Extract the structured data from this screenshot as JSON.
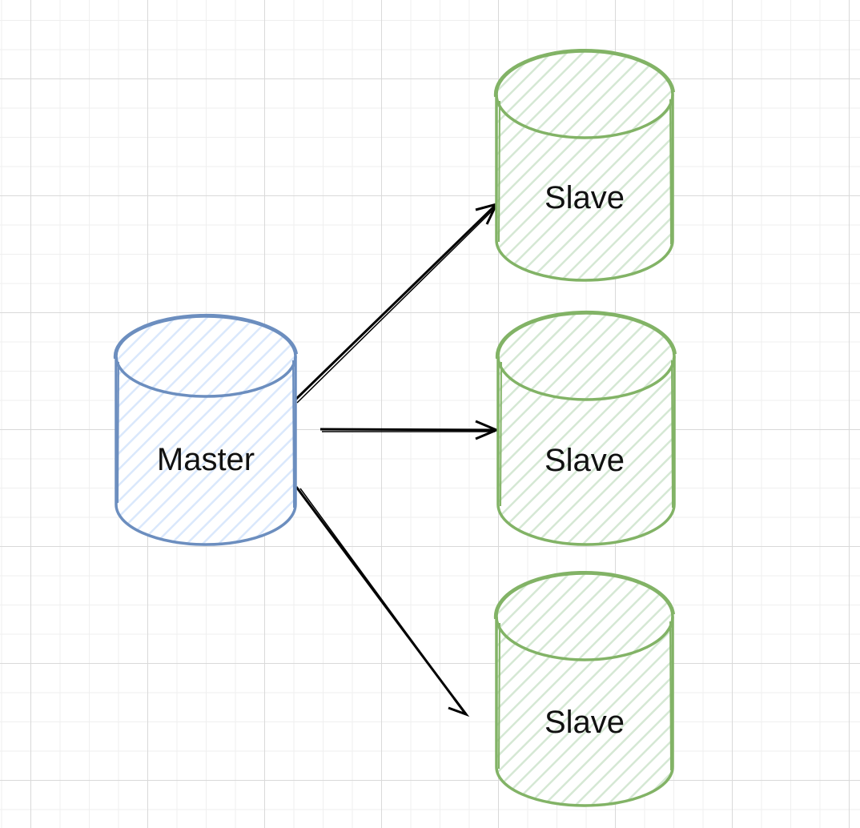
{
  "diagram": {
    "nodes": [
      {
        "id": "master",
        "label": "Master",
        "kind": "database",
        "color": "#6c8ebf",
        "fill": "#dae8fc"
      },
      {
        "id": "slave-1",
        "label": "Slave",
        "kind": "database",
        "color": "#82b366",
        "fill": "#d5e8d4"
      },
      {
        "id": "slave-2",
        "label": "Slave",
        "kind": "database",
        "color": "#82b366",
        "fill": "#d5e8d4"
      },
      {
        "id": "slave-3",
        "label": "Slave",
        "kind": "database",
        "color": "#82b366",
        "fill": "#d5e8d4"
      }
    ],
    "edges": [
      {
        "from": "master",
        "to": "slave-1"
      },
      {
        "from": "master",
        "to": "slave-2"
      },
      {
        "from": "master",
        "to": "slave-3"
      }
    ],
    "edge_color": "#000000"
  }
}
